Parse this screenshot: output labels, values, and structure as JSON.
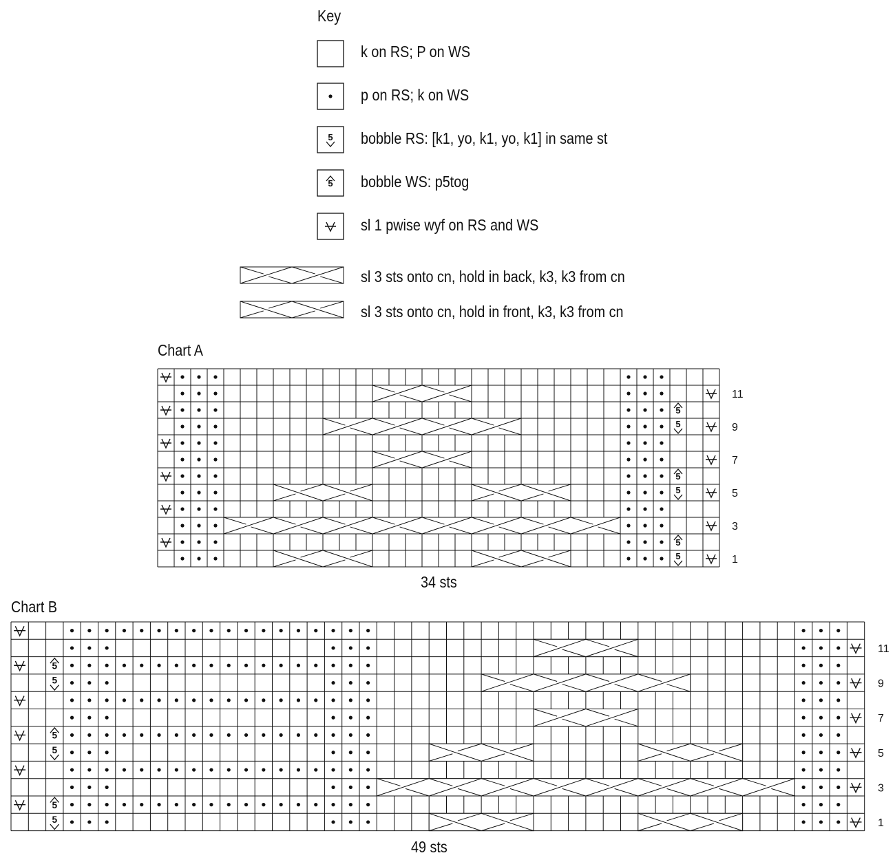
{
  "key": {
    "title": "Key",
    "items": [
      {
        "symbol": "blank",
        "label": "k on RS; P on WS"
      },
      {
        "symbol": "dot",
        "label": "p on RS; k on WS"
      },
      {
        "symbol": "bobble-rs",
        "glyph": "5",
        "label": "bobble RS: [k1, yo, k1, yo, k1] in same st"
      },
      {
        "symbol": "bobble-ws",
        "glyph": "5",
        "label": "bobble WS: p5tog"
      },
      {
        "symbol": "slip",
        "glyph": "⋎",
        "label": "sl 1 pwise wyf on RS and WS"
      },
      {
        "symbol": "cable-back",
        "label": "sl 3 sts onto cn, hold in back, k3, k3 from cn"
      },
      {
        "symbol": "cable-front",
        "label": "sl 3 sts onto cn, hold in front, k3, k3 from cn"
      }
    ]
  },
  "charts": [
    {
      "title": "Chart A",
      "stitch_count_label": "34 sts",
      "cols": 34,
      "row_numbers": [
        "11",
        "9",
        "7",
        "5",
        "3",
        "1"
      ],
      "rows": [
        "S...........................   ...",
        " ...                        ...  S",
        "S...........................   ...",
        " ...                        ...U S",
        "S...........................   ...",
        " ...                        ...  S",
        "S...........................   ...",
        " ...                        ...U S",
        "S...........................   ...",
        " ...                        ...  S",
        "S...........................   ...",
        " ...                        ...D S"
      ],
      "cables": []
    },
    {
      "title": "Chart B",
      "stitch_count_label": "49 sts",
      "cols": 49,
      "row_numbers": [
        "11",
        "9",
        "7",
        "5",
        "3",
        "1"
      ],
      "rows": [],
      "cables": []
    }
  ]
}
